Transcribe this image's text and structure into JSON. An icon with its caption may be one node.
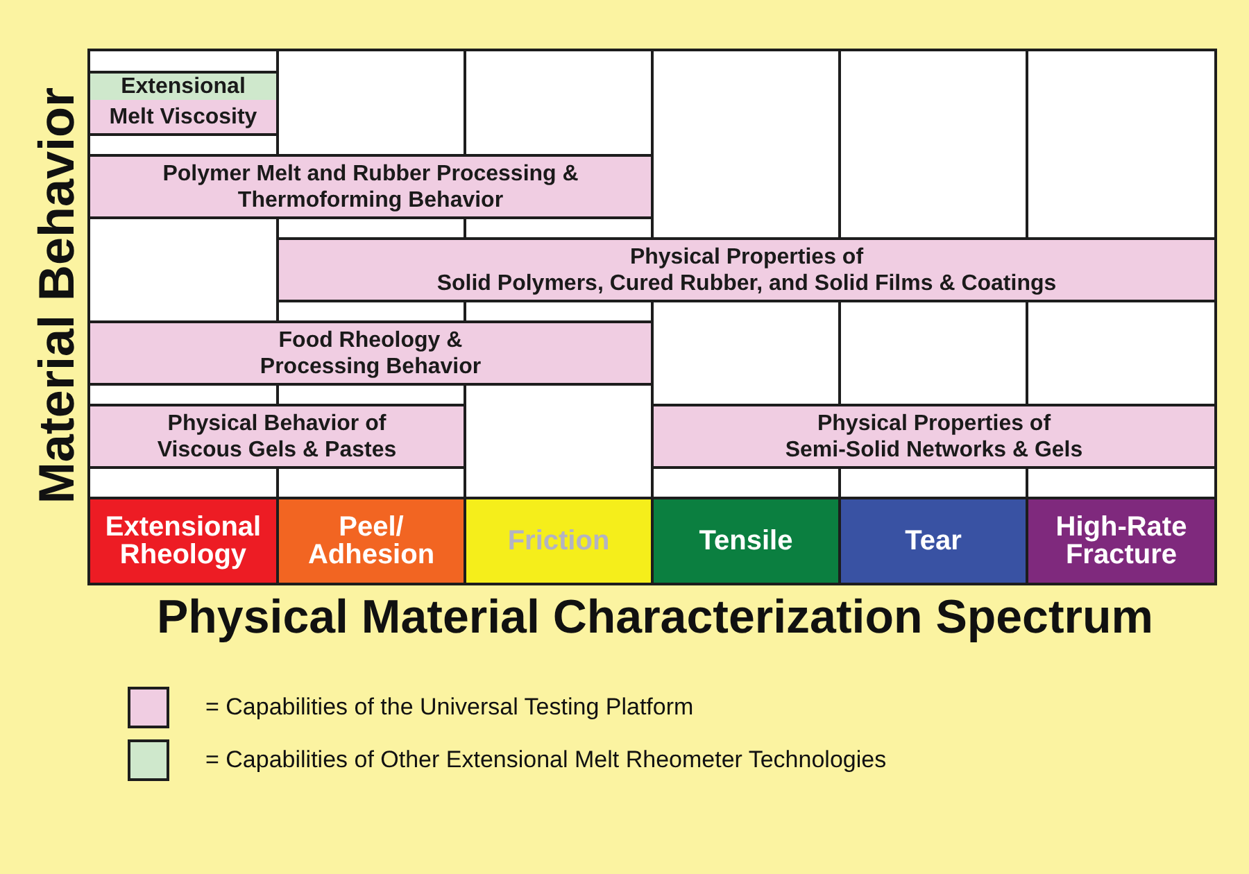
{
  "diagram": {
    "nodes": [
      {
        "text": [
          "Extensional",
          "Melt Viscosity"
        ]
      },
      {
        "text": [
          "Polymer Melt and Rubber Processing & Thermoforming Behavior"
        ]
      },
      {
        "text": [
          "Physical Properties of Solid Polymers, Cured Rubber, and Solid Films & Coatings"
        ]
      },
      {
        "text": [
          "Food Rheology & Processing Behavior"
        ]
      },
      {
        "text": [
          "Physical Behavior of Viscous Gels & Pastes"
        ]
      },
      {
        "text": [
          "Physical Properties of Semi-Solid Networks & Gels"
        ]
      },
      {
        "text": [
          "Extensional Rheology"
        ]
      },
      {
        "text": [
          "Peel/ Adhesion"
        ]
      },
      {
        "text": [
          "Friction"
        ]
      },
      {
        "text": [
          "Tensile"
        ]
      },
      {
        "text": [
          "Tear"
        ]
      },
      {
        "text": [
          "High-Rate Fracture"
        ]
      }
    ],
    "labels": [
      "Material Behavior",
      "Physical Material Characterization Spectrum"
    ],
    "legend": [
      {
        "text": "= Capabilities of the Universal Testing Platform",
        "color": "#f0cde2"
      },
      {
        "text": "= Capabilities of Other Extensional Melt Rheometer Technologies",
        "color": "#cfe8cc"
      }
    ]
  }
}
